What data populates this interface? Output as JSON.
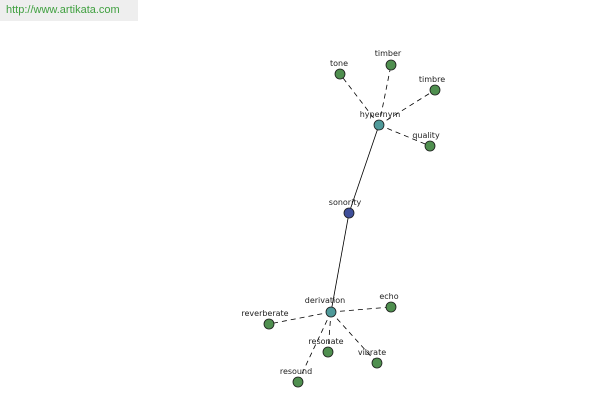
{
  "site": {
    "link_text": "http://www.artikata.com"
  },
  "colors": {
    "leaf_node": "#4f8f4f",
    "relation_node": "#4f9a9a",
    "root_node": "#3f4f9a",
    "edge": "#000000",
    "site_link": "#40a040"
  },
  "graph": {
    "nodes": [
      {
        "id": "sonority",
        "label": "sonority",
        "kind": "root"
      },
      {
        "id": "hypernym",
        "label": "hypernym",
        "kind": "relation"
      },
      {
        "id": "derivation",
        "label": "derivation",
        "kind": "relation"
      },
      {
        "id": "tone",
        "label": "tone",
        "kind": "leaf"
      },
      {
        "id": "timber",
        "label": "timber",
        "kind": "leaf"
      },
      {
        "id": "timbre",
        "label": "timbre",
        "kind": "leaf"
      },
      {
        "id": "quality",
        "label": "quality",
        "kind": "leaf"
      },
      {
        "id": "reverberate",
        "label": "reverberate",
        "kind": "leaf"
      },
      {
        "id": "echo",
        "label": "echo",
        "kind": "leaf"
      },
      {
        "id": "resonate",
        "label": "resonate",
        "kind": "leaf"
      },
      {
        "id": "vibrate",
        "label": "vibrate",
        "kind": "leaf"
      },
      {
        "id": "resound",
        "label": "resound",
        "kind": "leaf"
      }
    ],
    "edges": [
      {
        "from": "sonority",
        "to": "hypernym",
        "style": "solid"
      },
      {
        "from": "sonority",
        "to": "derivation",
        "style": "solid"
      },
      {
        "from": "hypernym",
        "to": "tone",
        "style": "dashed"
      },
      {
        "from": "hypernym",
        "to": "timber",
        "style": "dashed"
      },
      {
        "from": "hypernym",
        "to": "timbre",
        "style": "dashed"
      },
      {
        "from": "hypernym",
        "to": "quality",
        "style": "dashed"
      },
      {
        "from": "derivation",
        "to": "reverberate",
        "style": "dashed"
      },
      {
        "from": "derivation",
        "to": "echo",
        "style": "dashed"
      },
      {
        "from": "derivation",
        "to": "resonate",
        "style": "dashed"
      },
      {
        "from": "derivation",
        "to": "vibrate",
        "style": "dashed"
      },
      {
        "from": "derivation",
        "to": "resound",
        "style": "dashed"
      }
    ]
  }
}
